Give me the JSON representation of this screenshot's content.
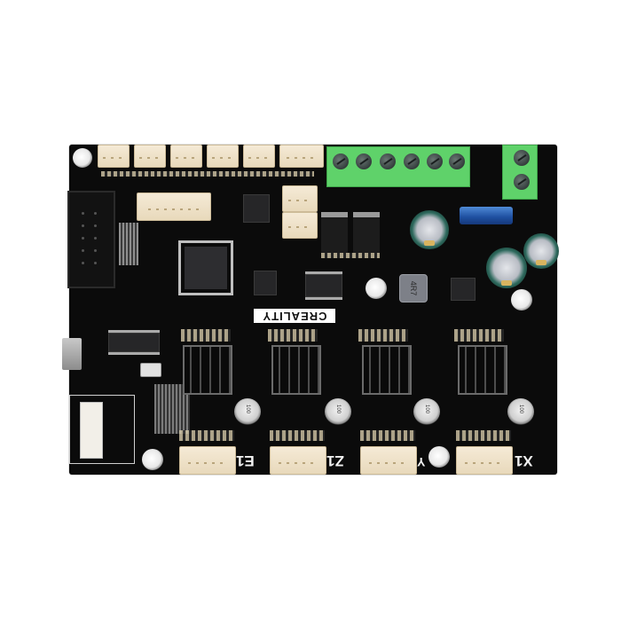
{
  "image": {
    "subject": "3D printer mainboard (Creality)",
    "background_color": "#ffffff",
    "board_color": "#0b0b0b"
  },
  "board": {
    "brand_logo": "CREALITY",
    "stepper_labels": [
      "E1",
      "Z1",
      "Y",
      "X1"
    ],
    "inductor_marking": "4R7",
    "driver_cap_marking": "100",
    "colors": {
      "terminal_green": "#5fd26a",
      "jst_connector": "#f0e4cc",
      "fuse_blue": "#1e4fa0",
      "cap_green": "#2f6a5e"
    },
    "components": {
      "top_jst_connectors": 6,
      "power_terminal_screws": 6,
      "dc_input_terminal_screws": 2,
      "stepper_drivers": 4,
      "electrolytic_caps": 3,
      "mounting_holes": 5
    }
  }
}
